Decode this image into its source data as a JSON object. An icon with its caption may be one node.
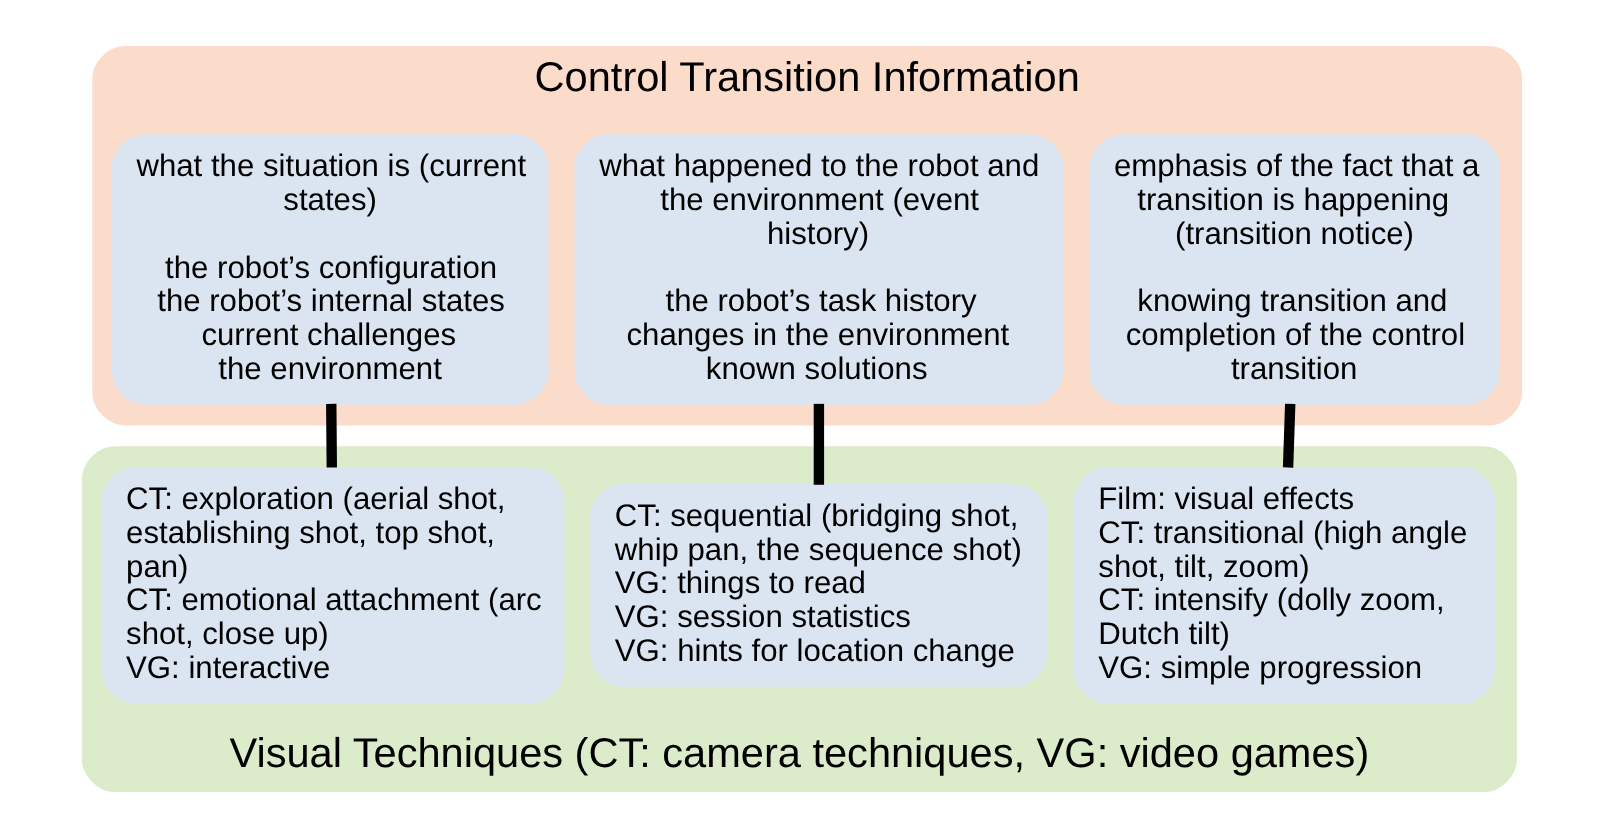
{
  "diagram": {
    "nodes": [
      {
        "text": [
          "Control Transition Information"
        ]
      },
      {
        "text": [
          "emphasis of the fact that a transition is happening (transition notice)",
          "knowing transition and completion of the control transition"
        ],
        "in": 0
      },
      {
        "text": [
          "what happened to the robot and the environment (event history)",
          "the robot’s task history",
          "changes in the environment",
          "known solutions"
        ],
        "in": 0
      },
      {
        "text": [
          "what the situation is (current states)",
          "the robot’s configuration",
          "the robot’s internal states",
          "current challenges",
          "the environment"
        ],
        "in": 0
      },
      {
        "text": [
          "Visual Techniques (CT: camera techniques, VG: video games)"
        ]
      },
      {
        "text": [
          "Film: visual effects",
          "CT: transitional (high angle shot, tilt, zoom)",
          "CT: intensify (dolly zoom, Dutch tilt)",
          "VG: simple progression"
        ],
        "in": 4
      },
      {
        "text": [
          "CT: sequential (bridging shot, whip pan, the sequence shot)",
          "VG: things to read",
          "VG: session statistics",
          "VG: hints for location change"
        ],
        "in": 4
      },
      {
        "text": [
          "CT: exploration (aerial shot, establishing shot, top shot, pan)",
          "CT: emotional attachment (arc shot, close up)",
          "VG: interactive"
        ],
        "in": 4
      }
    ],
    "edges": [
      {
        "from": 1,
        "to": 5,
        "arrow": "none"
      },
      {
        "from": 2,
        "to": 6,
        "arrow": "none"
      },
      {
        "from": 3,
        "to": 7,
        "arrow": "none"
      }
    ]
  }
}
